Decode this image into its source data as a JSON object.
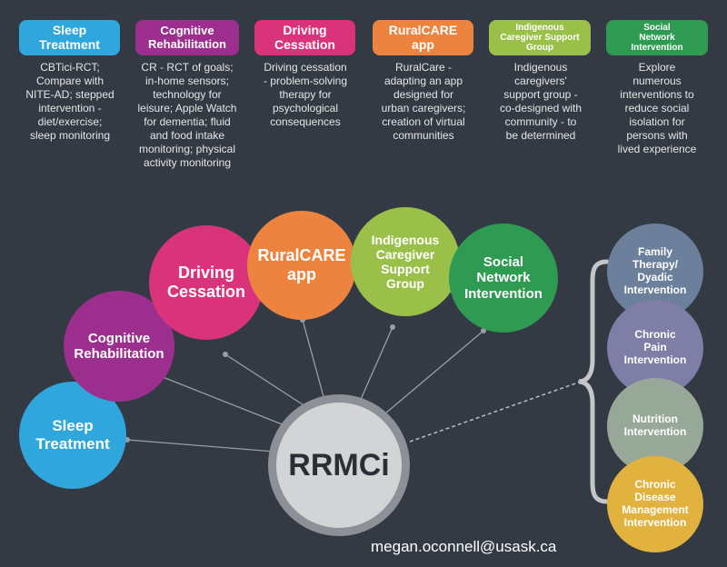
{
  "header": {
    "items": [
      {
        "title": "Sleep\nTreatment",
        "color": "#2fa6dc",
        "description": "CBTici-RCT;\nCompare with\nNITE-AD; stepped\nintervention -\ndiet/exercise;\nsleep monitoring"
      },
      {
        "title": "Cognitive\nRehabilitation",
        "color": "#9c2f8e",
        "description": "CR - RCT of goals;\nin-home sensors;\ntechnology for\nleisure; Apple Watch\nfor dementia; fluid\nand food intake\nmonitoring; physical\nactivity monitoring"
      },
      {
        "title": "Driving\nCessation",
        "color": "#d9347b",
        "description": "Driving cessation\n- problem-solving\ntherapy for\npsychological\nconsequences"
      },
      {
        "title": "RuralCARE\napp",
        "color": "#ec8440",
        "description": "RuralCare -\nadapting an app\ndesigned for\nurban caregivers;\ncreation of virtual\ncommunities"
      },
      {
        "title": "Indigenous\nCaregiver Support\nGroup",
        "color": "#9bc04a",
        "description": "Indigenous\ncaregivers'\nsupport group -\nco-designed with\ncommunity - to\nbe determined"
      },
      {
        "title": "Social\nNetwork\nIntervention",
        "color": "#2e9a52",
        "description": "Explore\nnumerous\ninterventions to\nreduce social\nisolation for\npersons with\nlived experience"
      }
    ]
  },
  "hub": {
    "label": "RRMCi",
    "nodes": [
      {
        "label": "Sleep\nTreatment",
        "color": "#2fa6dc"
      },
      {
        "label": "Cognitive\nRehabilitation",
        "color": "#9c2f8e"
      },
      {
        "label": "Driving\nCessation",
        "color": "#d9347b"
      },
      {
        "label": "RuralCARE\napp",
        "color": "#ec8440"
      },
      {
        "label": "Indigenous\nCaregiver\nSupport\nGroup",
        "color": "#9bc04a"
      },
      {
        "label": "Social\nNetwork\nIntervention",
        "color": "#2e9a52"
      }
    ]
  },
  "future": {
    "nodes": [
      {
        "label": "Family\nTherapy/\nDyadic\nIntervention",
        "color": "#6c7f9b"
      },
      {
        "label": "Chronic\nPain\nIntervention",
        "color": "#7e7ea6"
      },
      {
        "label": "Nutrition\nIntervention",
        "color": "#98a898"
      },
      {
        "label": "Chronic\nDisease\nManagement\nIntervention",
        "color": "#e1b33e"
      }
    ]
  },
  "footer": {
    "email": "megan.oconnell@usask.ca"
  }
}
